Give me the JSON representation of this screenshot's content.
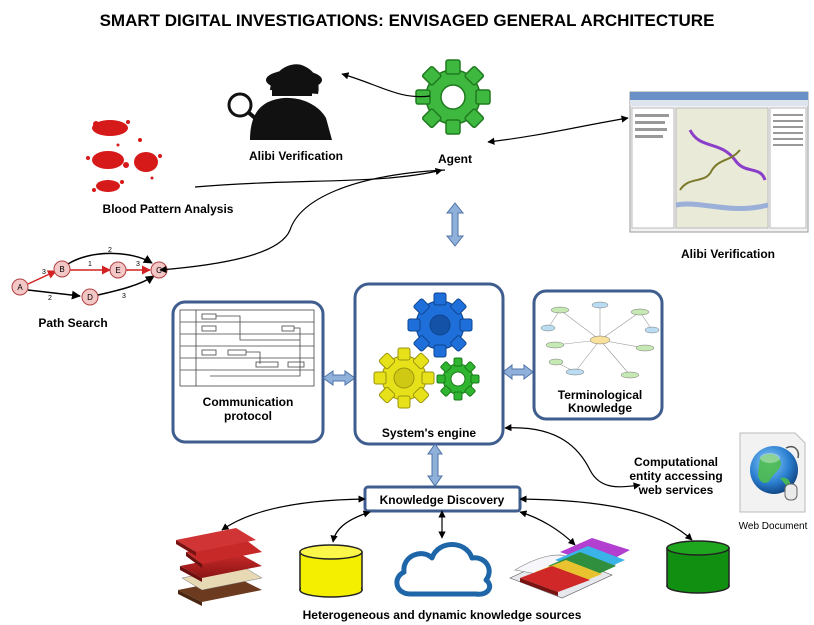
{
  "title": "SMART DIGITAL INVESTIGATIONS: ENVISAGED GENERAL ARCHITECTURE",
  "labels": {
    "alibi_verification_left": "Alibi Verification",
    "agent": "Agent",
    "alibi_verification_right": "Alibi Verification",
    "blood_pattern_analysis": "Blood Pattern Analysis",
    "path_search": "Path Search",
    "communication_protocol_line1": "Communication",
    "communication_protocol_line2": "protocol",
    "systems_engine": "System's engine",
    "terminological_line1": "Terminological",
    "terminological_line2": "Knowledge",
    "knowledge_discovery": "Knowledge Discovery",
    "computational_line1": "Computational",
    "computational_line2": "entity accessing",
    "computational_line3": "web services",
    "web_document": "Web Document",
    "knowledge_sources": "Heterogeneous and dynamic knowledge sources"
  },
  "graph": {
    "nodes": [
      "A",
      "B",
      "E",
      "C",
      "D"
    ],
    "edge_weights": [
      "3",
      "1",
      "3",
      "2",
      "2",
      "3"
    ]
  },
  "colors": {
    "box_border": "#3f5e8f",
    "connector_fill": "#8fb0d8",
    "agent_gear": "#3fb83f",
    "engine_blue": "#1e6fd9",
    "engine_yellow": "#e7e11a",
    "engine_green": "#2fb52f",
    "blood": "#d61a1a",
    "node_fill": "#f4c7c7",
    "node_stroke": "#b04040",
    "cloud": "#1e66a8",
    "cylinder_yellow": "#f4ef00",
    "cylinder_green": "#118f11"
  },
  "icons": [
    "detective-icon",
    "gear-icon",
    "map-screenshot-icon",
    "blood-splatter-icon",
    "graph-icon",
    "flowchart-icon",
    "ontology-icon",
    "gears-icon",
    "globe-icon",
    "books-icon",
    "database-icon",
    "cloud-icon",
    "open-books-icon"
  ]
}
